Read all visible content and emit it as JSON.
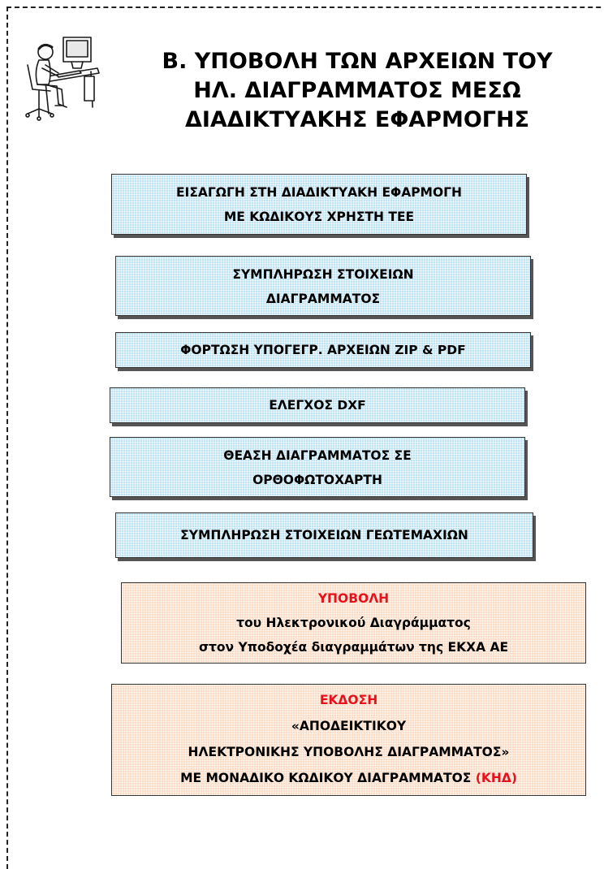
{
  "title_lines": [
    "Β.  ΥΠΟΒΟΛΗ ΤΩΝ ΑΡΧΕΙΩΝ ΤΟΥ",
    "ΗΛ. ΔΙΑΓΡΑΜΜΑΤΟΣ ΜΕΣΩ",
    "ΔΙΑΔΙΚΤΥΑΚΗΣ ΕΦΑΡΜΟΓΗΣ"
  ],
  "steps": [
    {
      "lines": [
        "ΕΙΣΑΓΩΓΗ ΣΤΗ ΔΙΑΔΙΚΤΥΑΚΗ ΕΦΑΡΜΟΓΗ",
        "ΜΕ ΚΩΔΙΚΟΥΣ ΧΡΗΣΤΗ ΤΕΕ"
      ]
    },
    {
      "lines": [
        "ΣΥΜΠΛΗΡΩΣΗ ΣΤΟΙΧΕΙΩΝ",
        "ΔΙΑΓΡΑΜΜΑΤΟΣ"
      ]
    },
    {
      "lines": [
        "ΦΟΡΤΩΣΗ ΥΠΟΓΕΓΡ. ΑΡΧΕΙΩΝ ZIP & PDF"
      ]
    },
    {
      "lines": [
        "ΕΛΕΓΧΟΣ  DXF"
      ]
    },
    {
      "lines": [
        "ΘΕΑΣΗ ΔΙΑΓΡΑΜΜΑΤΟΣ ΣΕ",
        "ΟΡΘΟΦΩΤΟΧΑΡΤΗ"
      ]
    },
    {
      "lines": [
        "ΣΥΜΠΛΗΡΩΣΗ ΣΤΟΙΧΕΙΩΝ ΓΕΩΤΕΜΑΧΙΩΝ"
      ]
    }
  ],
  "submit_box": {
    "heading": "ΥΠΟΒΟΛΗ",
    "line1": "του  Ηλεκτρονικού Διαγράμματος",
    "line2": "στον Υποδοχέα διαγραμμάτων της ΕΚΧΑ ΑΕ"
  },
  "issue_box": {
    "heading": "ΕΚΔΟΣΗ",
    "line1": "«ΑΠΟΔΕΙΚΤΙΚΟΥ",
    "line2": "ΗΛΕΚΤΡΟΝΙΚΗΣ ΥΠΟΒΟΛΗΣ ΔΙΑΓΡΑΜΜΑΤΟΣ»",
    "line3_main": "ΜΕ ΜΟΝΑΔΙΚΟ ΚΩΔΙΚΟΥ ΔΙΑΓΡΑΜΜΑΤΟΣ ",
    "line3_code": "(ΚΗΔ)"
  },
  "colors": {
    "step_fill": "#bfe3f3",
    "final_fill": "#fbdcc6",
    "accent_red": "#e8101b"
  },
  "icon": "computer-user-clipart-icon"
}
